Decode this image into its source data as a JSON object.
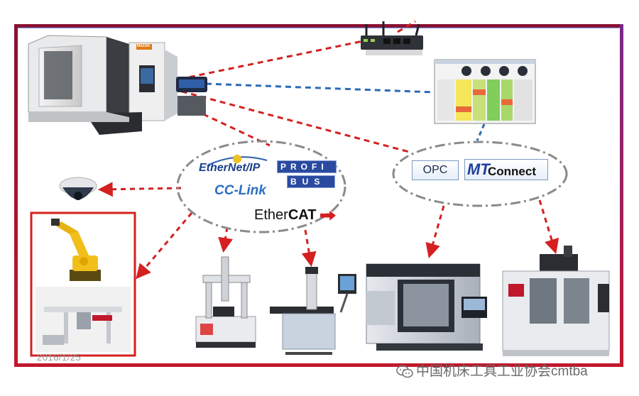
{
  "date": "2016/1/25",
  "watermark": "中国机床工具工业协会cmtba",
  "fieldbus_protocols": {
    "ethernet_ip": "EtherNet/IP",
    "profibus_top": "PROFI",
    "profibus_bottom": "BUS",
    "cc_link": "CC-Link",
    "ethercat_plain": "Ether",
    "ethercat_bold": "CAT"
  },
  "it_protocols": {
    "opc": "OPC",
    "mtconnect_mt": "MT",
    "mtconnect_rest": "Connect"
  },
  "machine_brand": "MAZAK",
  "colors": {
    "frame": "#c0182c",
    "red_link": "#d42020",
    "blue_link": "#2a6ab8",
    "ellipse": "#8a8a8a"
  }
}
